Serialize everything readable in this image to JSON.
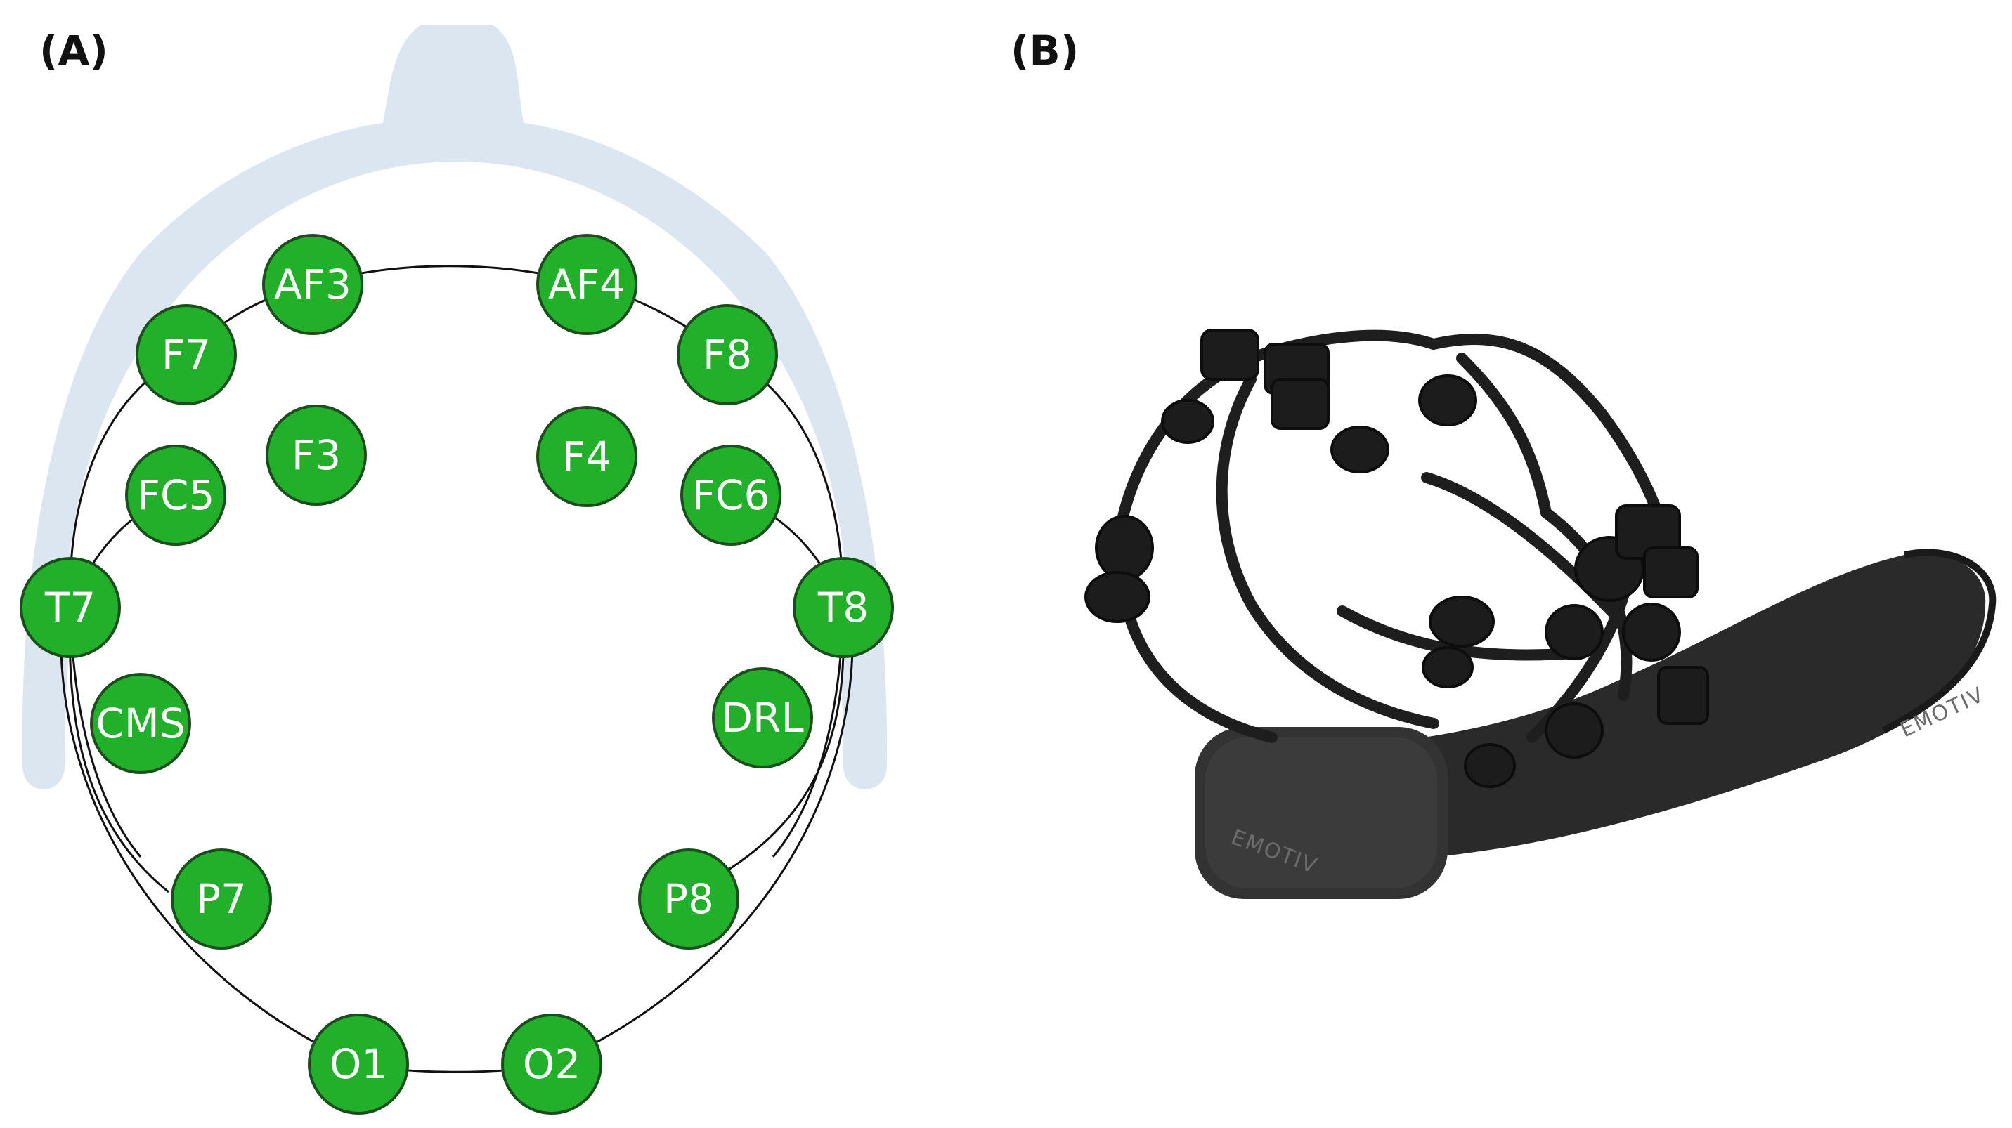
{
  "panels": {
    "a_label": "(A)",
    "b_label": "(B)"
  },
  "electrodes": [
    {
      "id": "AF3",
      "label": "AF3"
    },
    {
      "id": "AF4",
      "label": "AF4"
    },
    {
      "id": "F7",
      "label": "F7"
    },
    {
      "id": "F8",
      "label": "F8"
    },
    {
      "id": "F3",
      "label": "F3"
    },
    {
      "id": "F4",
      "label": "F4"
    },
    {
      "id": "FC5",
      "label": "FC5"
    },
    {
      "id": "FC6",
      "label": "FC6"
    },
    {
      "id": "T7",
      "label": "T7"
    },
    {
      "id": "T8",
      "label": "T8"
    },
    {
      "id": "CMS",
      "label": "CMS"
    },
    {
      "id": "DRL",
      "label": "DRL"
    },
    {
      "id": "P7",
      "label": "P7"
    },
    {
      "id": "P8",
      "label": "P8"
    },
    {
      "id": "O1",
      "label": "O1"
    },
    {
      "id": "O2",
      "label": "O2"
    }
  ],
  "headset": {
    "brand_logo_front": "EMOTIV",
    "brand_logo_side": "EMOTIV"
  },
  "colors": {
    "electrode_fill": "#22b02a",
    "electrode_stroke": "#1b4d1e",
    "head_fill": "#dbe6f1",
    "headset_body": "#2a2a2a"
  }
}
